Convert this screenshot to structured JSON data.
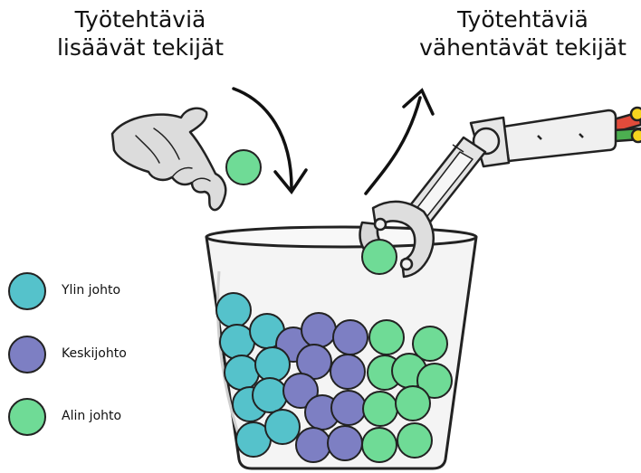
{
  "headings": {
    "adding": [
      "Työtehtäviä",
      "lisäävät tekijät"
    ],
    "reducing": [
      "Työtehtäviä",
      "vähentävät tekijät"
    ]
  },
  "legend": [
    {
      "label": "Ylin johto",
      "color": "#55c2cb"
    },
    {
      "label": "Keskijohto",
      "color": "#7d7fc3"
    },
    {
      "label": "Alin johto",
      "color": "#6fdb96"
    }
  ],
  "icons": [
    "hand-icon",
    "robot-arm-icon",
    "glass-jar-icon",
    "curved-arrow-down-icon",
    "curved-arrow-up-icon"
  ]
}
